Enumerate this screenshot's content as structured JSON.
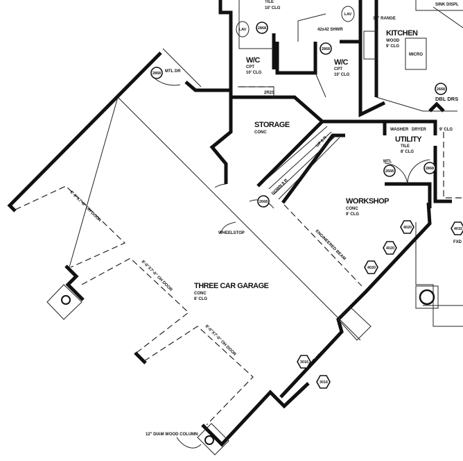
{
  "plan": {
    "rooms": {
      "garage": {
        "name": "THREE CAR GARAGE",
        "floor": "CONC",
        "ceiling": "8' CLG"
      },
      "storage": {
        "name": "STORAGE",
        "floor": "CONC"
      },
      "workshop": {
        "name": "WORKSHOP",
        "floor": "CONC",
        "ceiling": "9' CLG"
      },
      "utility": {
        "name": "UTILITY",
        "floor": "TILE",
        "ceiling": "8' CLG"
      },
      "kitchen": {
        "name": "KITCHEN",
        "floor": "WOOD",
        "ceiling": "9' CLG"
      },
      "wic_left": {
        "name": "W/C",
        "floor": "CPT",
        "ceiling": "10' CLG"
      },
      "wic_right": {
        "name": "W/C",
        "floor": "CPT",
        "ceiling": "10' CLG"
      },
      "bath": {
        "floor": "TILE",
        "ceiling": "10' CLG"
      }
    },
    "notes": {
      "mtl_dr": "MTL DR",
      "mtl": "MTL",
      "wheelstop": "WHEELSTOP",
      "oh_door": "8'-0\"X7'-0\" OH DOOR",
      "engineered_beam": "ENGINEERED BEAM",
      "column": "12\" DIAM WOOD COLUMN",
      "fxd_arch": "FXD ARCH",
      "stairs_up": "UP 8 R",
      "stairs_down": "DOWN 8 R",
      "range": "36\" RANGE",
      "micro": "MICRO",
      "washer": "WASHER",
      "dryer": "DRYER",
      "shower": "42x42 SHWR",
      "lav": "LAV",
      "dbl_drs": "DBL DRS",
      "clg_right": "9' CLG",
      "shelf": "2R2S",
      "sink": "SINK DISPL"
    },
    "door_tags": [
      "2868",
      "2868",
      "2868",
      "2668",
      "2668",
      "2868",
      "2668"
    ],
    "window_tags": [
      "4020",
      "4020",
      "4020",
      "3016",
      "3016",
      "4032"
    ]
  }
}
